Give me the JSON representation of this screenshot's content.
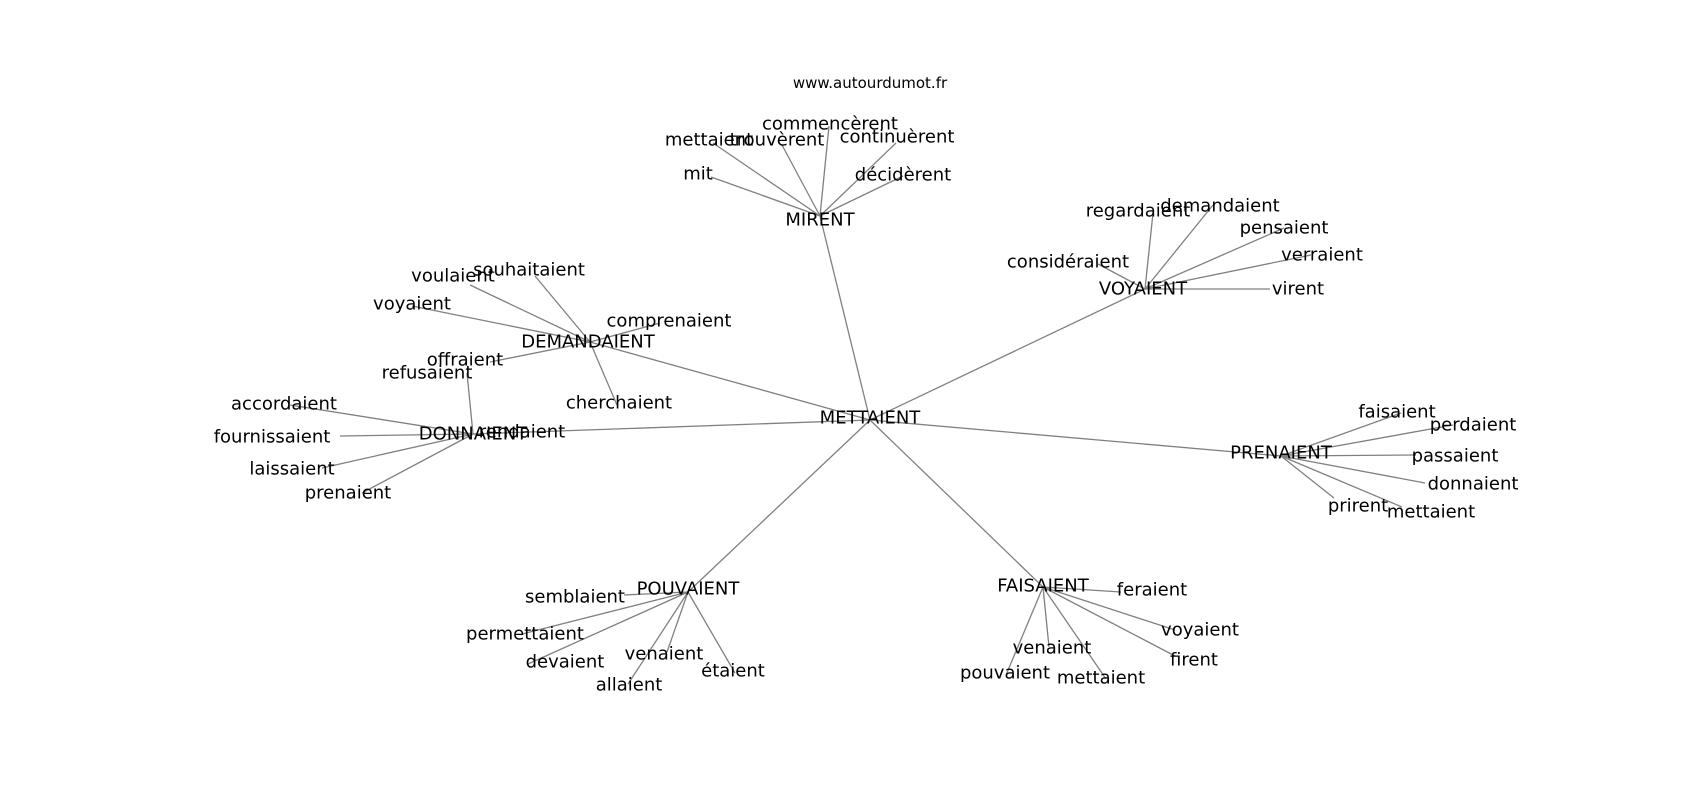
{
  "credit": "www.autourdumot.fr",
  "center": "METTAIENT",
  "branches": [
    {
      "label": "MIRENT",
      "leaves": [
        "mettaient",
        "trouvèrent",
        "commencèrent",
        "continuèrent",
        "mit",
        "décidèrent"
      ]
    },
    {
      "label": "VOYAIENT",
      "leaves": [
        "regardaient",
        "demandaient",
        "pensaient",
        "verraient",
        "considéraient",
        "virent"
      ]
    },
    {
      "label": "DEMANDAIENT",
      "leaves": [
        "voulaient",
        "souhaitaient",
        "voyaient",
        "comprenaient",
        "offraient",
        "cherchaient"
      ]
    },
    {
      "label": "DONNAIENT",
      "leaves": [
        "refusaient",
        "accordaient",
        "fournissaient",
        "laissaient",
        "prenaient",
        "rendaient"
      ]
    },
    {
      "label": "PRENAIENT",
      "leaves": [
        "faisaient",
        "perdaient",
        "passaient",
        "donnaient",
        "prirent",
        "mettaient"
      ]
    },
    {
      "label": "POUVAIENT",
      "leaves": [
        "semblaient",
        "permettaient",
        "devaient",
        "venaient",
        "allaient",
        "étaient"
      ]
    },
    {
      "label": "FAISAIENT",
      "leaves": [
        "feraient",
        "voyaient",
        "firent",
        "venaient",
        "pouvaient",
        "mettaient"
      ]
    }
  ]
}
